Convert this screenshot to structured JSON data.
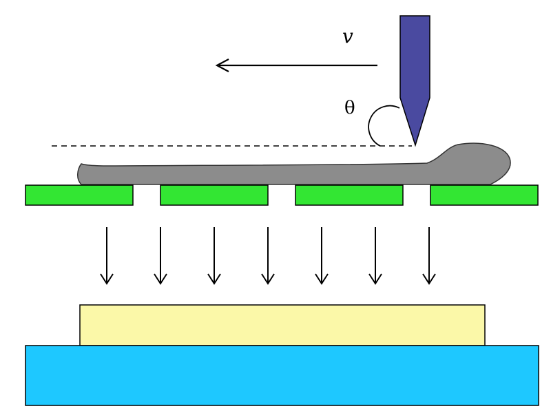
{
  "labels": {
    "velocity": "v",
    "angle": "θ"
  },
  "colors": {
    "squeegee": "#4a4aa0",
    "paste": "#8c8c8c",
    "stencil": "#33e633",
    "pad_layer": "#fbf8a8",
    "substrate": "#1ec8ff",
    "line": "#000000"
  },
  "stencil_segments": 4,
  "deposition_arrows": 7
}
